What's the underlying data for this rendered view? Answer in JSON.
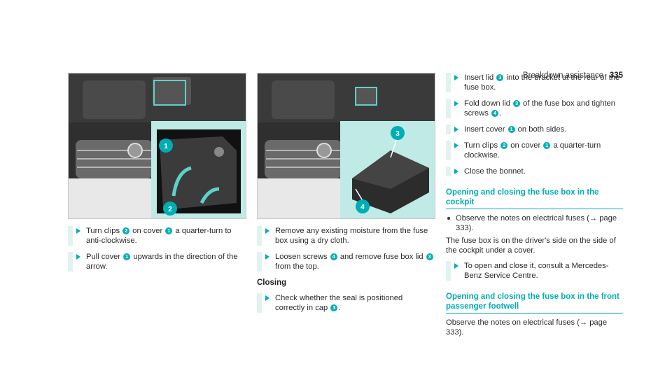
{
  "header": {
    "section": "Breakdown assistance",
    "page": "335"
  },
  "figures": {
    "left": {
      "callouts": [
        "1",
        "2"
      ]
    },
    "middle": {
      "callouts": [
        "3",
        "4"
      ]
    }
  },
  "col1": {
    "step1": {
      "a": "Turn clips",
      "n1": "2",
      "b": "on cover",
      "n2": "1",
      "c": "a quarter-turn to anti-clockwise."
    },
    "step2": {
      "a": "Pull cover",
      "n1": "1",
      "b": "upwards in the direction of the arrow."
    }
  },
  "col2": {
    "step1": {
      "a": "Remove any existing moisture from the fuse box using a dry cloth."
    },
    "step2": {
      "a": "Loosen screws",
      "n1": "4",
      "b": "and remove fuse box lid",
      "n2": "3",
      "c": "from the top."
    },
    "closing": "Closing",
    "step3": {
      "a": "Check whether the seal is positioned correctly in cap",
      "n1": "3",
      "b": "."
    }
  },
  "col3": {
    "step1": {
      "a": "Insert lid",
      "n1": "3",
      "b": "into the bracket at the rear of the fuse box."
    },
    "step2": {
      "a": "Fold down lid",
      "n1": "3",
      "b": "of the fuse box and tighten screws",
      "n2": "4",
      "c": "."
    },
    "step3": {
      "a": "Insert cover",
      "n1": "1",
      "b": "on both sides."
    },
    "step4": {
      "a": "Turn clips",
      "n1": "2",
      "b": "on cover",
      "n2": "1",
      "c": "a quarter-turn clockwise."
    },
    "step5": {
      "a": "Close the bonnet."
    },
    "heading1": "Opening and closing the fuse box in the cockpit",
    "bullet1": "Observe the notes on electrical fuses (→ page 333).",
    "para1": "The fuse box is on the driver's side on the side of the cockpit under a cover.",
    "step6": {
      "a": "To open and close it, consult a Mercedes-Benz Service Centre."
    },
    "heading2": "Opening and closing the fuse box in the front passenger footwell",
    "para2": "Observe the notes on electrical fuses (→ page 333)."
  }
}
